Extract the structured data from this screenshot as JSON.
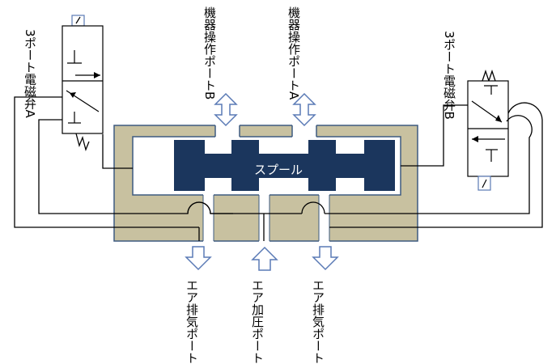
{
  "spool": {
    "label": "スプール"
  },
  "solenoid_valve_a": {
    "line1": "3ポート",
    "line2": "電磁弁A"
  },
  "solenoid_valve_b": {
    "line1": "3ポート",
    "line2": "電磁弁B"
  },
  "port_operate_b": {
    "line1": "機器",
    "line2": "操作ポートB"
  },
  "port_operate_a": {
    "line1": "機器",
    "line2": "操作ポートA"
  },
  "port_exhaust_left": {
    "line1": "エア",
    "line2": "排気ポート"
  },
  "port_supply": {
    "line1": "エア",
    "line2": "加圧ポート"
  },
  "port_exhaust_right": {
    "line1": "エア",
    "line2": "排気ポート"
  },
  "colors": {
    "body_fill": "#c8c1a0",
    "body_border": "#3d5a80",
    "spool_fill": "#1b365d",
    "valve_accent": "#5a7ab5"
  }
}
